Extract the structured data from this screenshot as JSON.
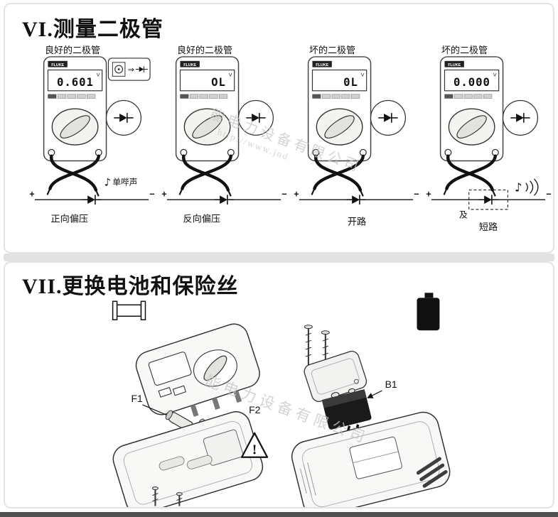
{
  "watermark": {
    "company": "能电力设备有限公司",
    "url": "http://www.jnd"
  },
  "section6": {
    "heading": "VI.测量二极管",
    "brand": "FLUKE",
    "arrow_icon": "⇒",
    "meters": [
      {
        "caption": "良好的二极管",
        "display": "0.601",
        "unit": "V",
        "plus": "+",
        "minus": "−",
        "note_icon": "♪",
        "note": "单哔声",
        "label": "正向偏压"
      },
      {
        "caption": "良好的二极管",
        "display": "OL",
        "unit": "V",
        "plus": "+",
        "minus": "−",
        "label": "反向偏压"
      },
      {
        "caption": "坏的二极管",
        "display": "0L",
        "unit": "V",
        "plus": "+",
        "minus": "−",
        "label": "开路"
      },
      {
        "caption": "坏的二极管",
        "display": "0.000",
        "unit": "V",
        "plus": "+",
        "minus": "−",
        "note_icon": "♪",
        "and_label": "及",
        "label": "短路"
      }
    ]
  },
  "section7": {
    "heading": "VII.更换电池和保险丝",
    "battery_plus": "+",
    "warning_mark": "!",
    "labels": {
      "f1": "F1",
      "f2": "F2",
      "b1": "B1"
    }
  }
}
